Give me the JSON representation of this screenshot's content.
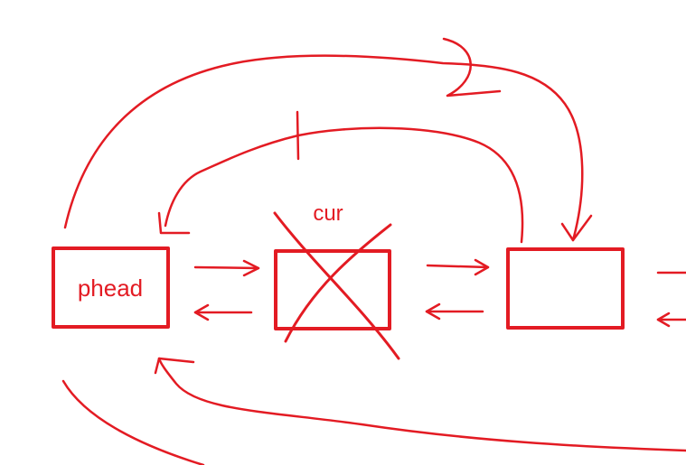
{
  "diagram": {
    "stroke_color": "#e31b23",
    "background": "#ffffff",
    "nodes": [
      {
        "id": "phead",
        "label": "phead"
      },
      {
        "id": "cur",
        "label": "",
        "annotation": "cur",
        "crossed_out": true
      },
      {
        "id": "next",
        "label": ""
      }
    ]
  }
}
